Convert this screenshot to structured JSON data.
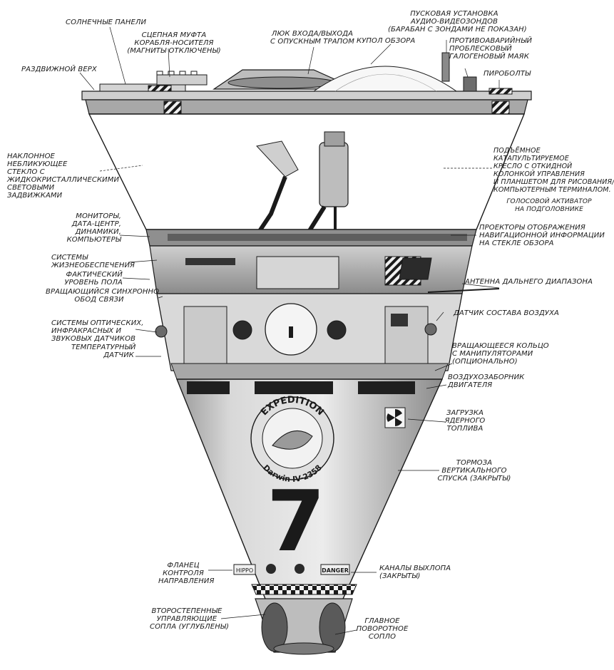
{
  "labels": {
    "solar_panels": [
      "СОЛНЕЧНЫЕ ПАНЕЛИ"
    ],
    "docking": [
      "СЦЕПНАЯ МУФТА",
      "КОРАБЛЯ-НОСИТЕЛЯ",
      "(МАГНИТЫ ОТКЛЮЧЕНЫ)"
    ],
    "hatch": [
      "ЛЮК ВХОДА/ВЫХОДА",
      "С ОПУСКНЫМ ТРАПОМ"
    ],
    "dome": [
      "КУПОЛ ОБЗОРА"
    ],
    "launcher": [
      "ПУСКОВАЯ УСТАНОВКА",
      "АУДИО-ВИДЕОЗОНДОВ",
      "(БАРАБАН С ЗОНДАМИ НЕ ПОКАЗАН)"
    ],
    "beacon": [
      "ПРОТИВОАВАРИЙНЫЙ",
      "ПРОБЛЕСКОВЫЙ",
      "ГАЛОГЕНОВЫЙ МАЯК"
    ],
    "pyrobolts": [
      "ПИРОБОЛТЫ"
    ],
    "sliding_top": [
      "РАЗДВИЖНОЙ ВЕРХ"
    ],
    "glass": [
      "НАКЛОННОЕ",
      "НЕБЛИКУЮЩЕЕ",
      "СТЕКЛО С",
      "ЖИДКОКРИСТАЛЛИЧЕСКИМИ",
      "СВЕТОВЫМИ",
      "ЗАДВИЖКАМИ"
    ],
    "seat": [
      "ПОДЪЁМНОЕ",
      "КАТАПУЛЬТИРУЕМОЕ",
      "КРЕСЛО С ОТКИДНОЙ",
      "КОЛОНКОЙ УПРАВЛЕНИЯ",
      "И ПЛАНШЕТОМ ДЛЯ РИСОВАНИЯ/",
      "КОМПЬЮТЕРНЫМ ТЕРМИНАЛОМ."
    ],
    "voice": [
      "ГОЛОСОВОЙ АКТИВАТОР",
      "НА ПОДГОЛОВНИКЕ"
    ],
    "monitors": [
      "МОНИТОРЫ,",
      "ДАТА-ЦЕНТР,",
      "ДИНАМИКИ,",
      "КОМПЬЮТЕРЫ"
    ],
    "projectors": [
      "ПРОЕКТОРЫ ОТОБРАЖЕНИЯ",
      "НАВИГАЦИОННОЙ ИНФОРМАЦИИ",
      "НА СТЕКЛЕ ОБЗОРА"
    ],
    "life_support": [
      "СИСТЕМЫ",
      "ЖИЗНЕОБЕСПЕЧЕНИЯ"
    ],
    "floor": [
      "ФАКТИЧЕСКИЙ",
      "УРОВЕНЬ ПОЛА"
    ],
    "comm_rim": [
      "ВРАЩАЮЩИЙСЯ СИНХРОННО",
      "ОБОД СВЯЗИ"
    ],
    "antenna": [
      "АНТЕННА ДАЛЬНЕГО ДИАПАЗОНА"
    ],
    "air_sensor": [
      "ДАТЧИК СОСТАВА ВОЗДУХА"
    ],
    "sensors": [
      "СИСТЕМЫ ОПТИЧЕСКИХ,",
      "ИНФРАКРАСНЫХ И",
      "ЗВУКОВЫХ ДАТЧИКОВ"
    ],
    "temp": [
      "ТЕМПЕРАТУРНЫЙ",
      "ДАТЧИК"
    ],
    "ring": [
      "ВРАЩАЮЩЕЕСЯ КОЛЬЦО",
      "С МАНИПУЛЯТОРАМИ",
      "(ОПЦИОНАЛЬНО)"
    ],
    "intake": [
      "ВОЗДУХОЗАБОРНИК",
      "ДВИГАТЕЛЯ"
    ],
    "fuel": [
      "ЗАГРУЗКА",
      "ЯДЕРНОГО",
      "ТОПЛИВА"
    ],
    "brakes": [
      "ТОРМОЗА",
      "ВЕРТИКАЛЬНОГО",
      "СПУСКА (ЗАКРЫТЫ)"
    ],
    "flange": [
      "ФЛАНЕЦ",
      "КОНТРОЛЯ",
      "НАПРАВЛЕНИЯ"
    ],
    "exhaust": [
      "КАНАЛЫ ВЫХЛОПА",
      "(ЗАКРЫТЫ)"
    ],
    "secondary": [
      "ВТОРОСТЕПЕННЫЕ",
      "УПРАВЛЯЮЩИЕ",
      "СОПЛА (УГЛУБЛЕНЫ)"
    ],
    "main_nozzle": [
      "ГЛАВНОЕ",
      "ПОВОРОТНОЕ",
      "СОПЛО"
    ]
  },
  "craft": {
    "emblem_top": "EXPEDITION",
    "emblem_bottom": "Darwin IV-2358",
    "number": "7",
    "hatch_label": "DANGER",
    "hatch_label2": "HIPPO"
  },
  "colors": {
    "ink": "#1a1a1a",
    "hull": "#e6e6e6",
    "hull_shade": "#b8b8b8",
    "panel": "#2a2a2a"
  }
}
